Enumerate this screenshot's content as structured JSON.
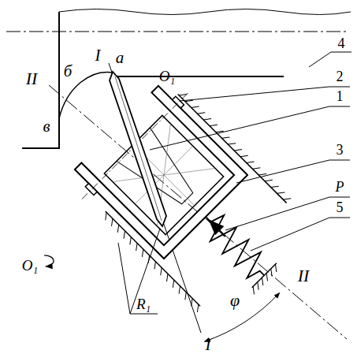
{
  "diagram": {
    "labels": [
      "4",
      "I",
      "а",
      "O₁",
      "2",
      "б",
      "II",
      "1",
      "в",
      "3",
      "P",
      "5",
      "O₁",
      "II",
      "R₁",
      "φ",
      "I"
    ]
  }
}
